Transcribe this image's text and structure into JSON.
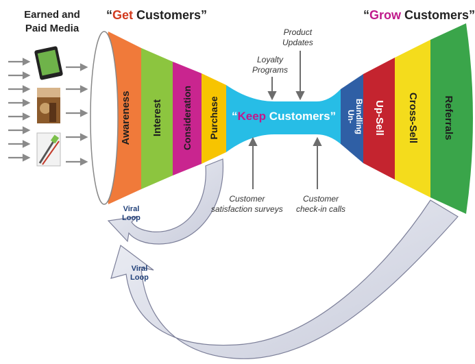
{
  "media": {
    "line1": "Earned and",
    "line2": "Paid Media"
  },
  "get": {
    "open_quote": "“",
    "accent": "Get",
    "rest": " Customers”",
    "accent_color": "#d23a1e"
  },
  "grow": {
    "open_quote": "“",
    "accent": "Grow",
    "rest": " Customers”",
    "accent_color": "#c0198b"
  },
  "keep": {
    "open_quote": "“",
    "accent": "Keep",
    "rest": " Customers”",
    "accent_color": "#c0198b"
  },
  "acquisition_stages": [
    {
      "label": "Awareness",
      "color": "#f07a3a"
    },
    {
      "label": "Interest",
      "color": "#8cc53f"
    },
    {
      "label": "Consideration",
      "color": "#c9258f"
    },
    {
      "label": "Purchase",
      "color": "#f7c400"
    }
  ],
  "growth_stages": [
    {
      "label": "Un-Bundling",
      "line1": "Un-",
      "line2": "Bundling",
      "color": "#2f5fa5"
    },
    {
      "label": "Up-Sell",
      "color": "#c4242f"
    },
    {
      "label": "Cross-Sell",
      "color": "#f4dc1c"
    },
    {
      "label": "Referrals",
      "color": "#3aa54a"
    }
  ],
  "retention_annotations": {
    "product_updates": {
      "line1": "Product",
      "line2": "Updates"
    },
    "loyalty_programs": {
      "line1": "Loyalty",
      "line2": "Programs"
    },
    "satisfaction_surveys": {
      "line1": "Customer",
      "line2": "satisfaction surveys"
    },
    "checkin_calls": {
      "line1": "Customer",
      "line2": "check-in calls"
    }
  },
  "viral_loops": [
    {
      "line1": "Viral",
      "line2": "Loop"
    },
    {
      "line1": "Viral",
      "line2": "Loop"
    }
  ],
  "media_icons": [
    "tablet-icon",
    "horse-photo-icon",
    "cable-plug-icon"
  ],
  "colors": {
    "keep_band": "#27bde6",
    "loop_arrow": "#d9dbe6",
    "loop_outline": "#7c7f99"
  }
}
